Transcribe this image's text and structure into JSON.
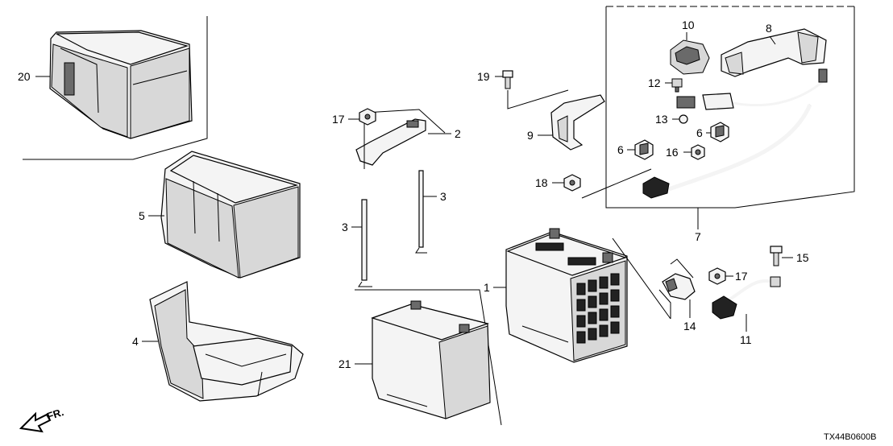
{
  "callouts": {
    "p1": "1",
    "p2": "2",
    "p3a": "3",
    "p3b": "3",
    "p4": "4",
    "p5": "5",
    "p6a": "6",
    "p6b": "6",
    "p7": "7",
    "p8": "8",
    "p9": "9",
    "p10": "10",
    "p11": "11",
    "p12": "12",
    "p13": "13",
    "p14": "14",
    "p15": "15",
    "p16": "16",
    "p17a": "17",
    "p17b": "17",
    "p18": "18",
    "p19": "19",
    "p20": "20",
    "p21": "21"
  },
  "orientation_label": "FR.",
  "diagram_code": "TX44B0600B"
}
